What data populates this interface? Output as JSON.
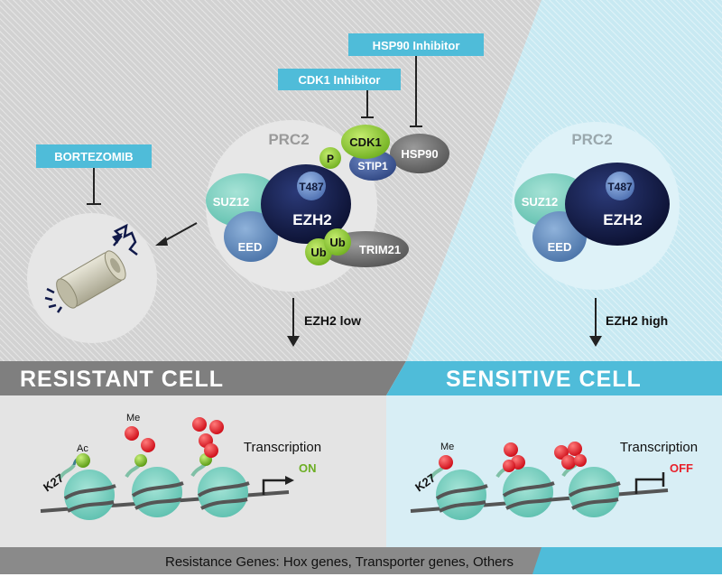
{
  "colors": {
    "resistant_bg": "#cfcfcf",
    "sensitive_bg": "#cfeaf2",
    "accent_blue": "#4fbcd9",
    "header_gray": "#7f7f7f",
    "ezh2": "#11183f",
    "suz12": "#7ecfc0",
    "eed": "#5a85b8",
    "green": "#8cc63f",
    "red": "#e8202a",
    "nucleosome": "#7fd3c3"
  },
  "drugs": {
    "bortezomib": "BORTEZOMIB",
    "cdk1_inhibitor": "CDK1 Inhibitor",
    "hsp90_inhibitor": "HSP90 Inhibitor"
  },
  "resistant_complex": {
    "title": "PRC2",
    "ezh2": "EZH2",
    "t487": "T487",
    "suz12": "SUZ12",
    "eed": "EED",
    "p": "P",
    "cdk1": "CDK1",
    "stip1": "STIP1",
    "hsp90": "HSP90",
    "ub1": "Ub",
    "ub2": "Ub",
    "trim21": "TRIM21",
    "level": "EZH2 low"
  },
  "sensitive_complex": {
    "title": "PRC2",
    "ezh2": "EZH2",
    "t487": "T487",
    "suz12": "SUZ12",
    "eed": "EED",
    "level": "EZH2 high"
  },
  "headers": {
    "resistant": "RESISTANT CELL",
    "sensitive": "SENSITIVE CELL"
  },
  "resistant_chromatin": {
    "k27": "K27",
    "ac": "Ac",
    "me": "Me",
    "transcription": "Transcription",
    "state": "ON"
  },
  "sensitive_chromatin": {
    "k27": "K27",
    "me": "Me",
    "transcription": "Transcription",
    "state": "OFF"
  },
  "footer": "Resistance Genes: Hox genes, Transporter genes, Others"
}
